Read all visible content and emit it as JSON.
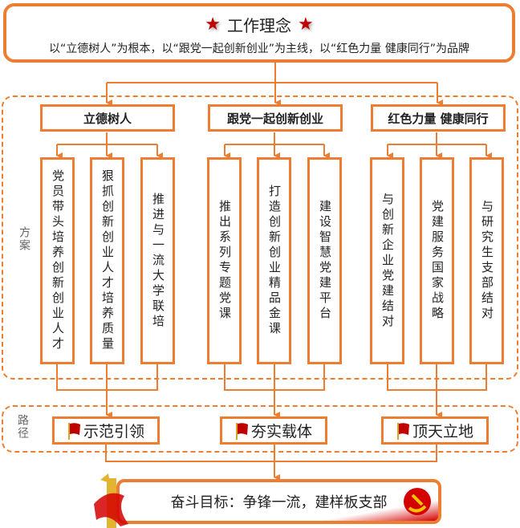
{
  "header": {
    "title": "工作理念",
    "subtitle": "以“立德树人”为根本，以“跟党一起创新创业”为主线，以“红色力量 健康同行”为品牌"
  },
  "sections": {
    "plan_label": "方案",
    "path_label": "路径"
  },
  "pillars": [
    {
      "title": "立德树人",
      "items": [
        "党员带头培养创新创业人才",
        "狠抓创新创业人才培养质量",
        "推进与一流大学联培"
      ]
    },
    {
      "title": "跟党一起创新创业",
      "items": [
        "推出系列专题党课",
        "打造创新创业精品金课",
        "建设智慧党建平台"
      ]
    },
    {
      "title": "红色力量 健康同行",
      "items": [
        "与创新企业党建结对",
        "党建服务国家战略",
        "与研究生支部结对"
      ]
    }
  ],
  "paths": [
    "示范引领",
    "夯实载体",
    "顶天立地"
  ],
  "goal": "奋斗目标：争锋一流，建样板支部",
  "colors": {
    "accent": "#ED7D31",
    "star": "#C00000"
  }
}
